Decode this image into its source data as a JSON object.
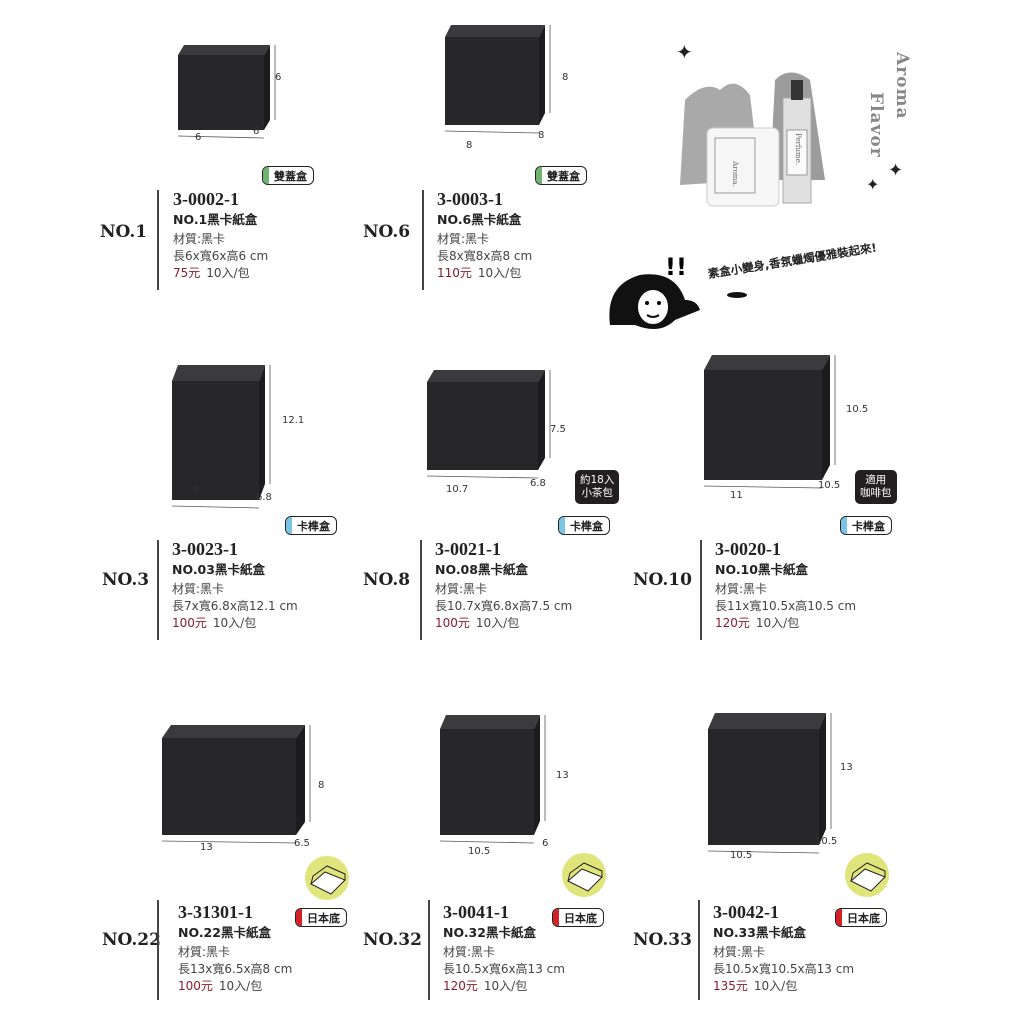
{
  "colors": {
    "price": "#8a1c2a",
    "double_lid": "#6fb56f",
    "tuck": "#7cc3e8",
    "japan": "#d42027",
    "circle": "#dfe57a"
  },
  "promo": {
    "aroma": "Aroma",
    "flavor": "Flavor",
    "slogan": "素盒小變身,香氛蠟燭優雅裝起來!",
    "candle_label": "Aroma.",
    "perfume_label": "Perfume."
  },
  "products": [
    {
      "no": "NO.1",
      "code": "3-0002-1",
      "name": "NO.1黑卡紙盒",
      "material": "材質:黑卡",
      "size": "長6x寬6x高6 cm",
      "price": "75元",
      "pack": "10入/包",
      "badge": "雙蓋盒",
      "badge_type": "double_lid",
      "dims": [
        "6",
        "6",
        "6"
      ]
    },
    {
      "no": "NO.6",
      "code": "3-0003-1",
      "name": "NO.6黑卡紙盒",
      "material": "材質:黑卡",
      "size": "長8x寬8x高8 cm",
      "price": "110元",
      "pack": "10入/包",
      "badge": "雙蓋盒",
      "badge_type": "double_lid",
      "dims": [
        "8",
        "8",
        "8"
      ]
    },
    {
      "no": "NO.3",
      "code": "3-0023-1",
      "name": "NO.03黑卡紙盒",
      "material": "材質:黑卡",
      "size": "長7x寬6.8x高12.1 cm",
      "price": "100元",
      "pack": "10入/包",
      "badge": "卡榫盒",
      "badge_type": "tuck",
      "dims": [
        "12.1",
        "7",
        "6.8"
      ]
    },
    {
      "no": "NO.8",
      "code": "3-0021-1",
      "name": "NO.08黑卡紙盒",
      "material": "材質:黑卡",
      "size": "長10.7x寬6.8x高7.5 cm",
      "price": "100元",
      "pack": "10入/包",
      "badge": "卡榫盒",
      "badge_type": "tuck",
      "dims": [
        "7.5",
        "10.7",
        "6.8"
      ],
      "tag": [
        "約18入",
        "小茶包"
      ]
    },
    {
      "no": "NO.10",
      "code": "3-0020-1",
      "name": "NO.10黑卡紙盒",
      "material": "材質:黑卡",
      "size": "長11x寬10.5x高10.5 cm",
      "price": "120元",
      "pack": "10入/包",
      "badge": "卡榫盒",
      "badge_type": "tuck",
      "dims": [
        "10.5",
        "11",
        "10.5"
      ],
      "tag": [
        "適用",
        "咖啡包"
      ]
    },
    {
      "no": "NO.22",
      "code": "3-31301-1",
      "name": "NO.22黑卡紙盒",
      "material": "材質:黑卡",
      "size": "長13x寬6.5x高8 cm",
      "price": "100元",
      "pack": "10入/包",
      "badge": "日本底",
      "badge_type": "japan",
      "dims": [
        "8",
        "13",
        "6.5"
      ],
      "bottom_icon": "box-bottom-icon"
    },
    {
      "no": "NO.32",
      "code": "3-0041-1",
      "name": "NO.32黑卡紙盒",
      "material": "材質:黑卡",
      "size": "長10.5x寬6x高13 cm",
      "price": "120元",
      "pack": "10入/包",
      "badge": "日本底",
      "badge_type": "japan",
      "dims": [
        "13",
        "10.5",
        "6"
      ],
      "bottom_icon": "box-bottom-icon"
    },
    {
      "no": "NO.33",
      "code": "3-0042-1",
      "name": "NO.33黑卡紙盒",
      "material": "材質:黑卡",
      "size": "長10.5x寬10.5x高13 cm",
      "price": "135元",
      "pack": "10入/包",
      "badge": "日本底",
      "badge_type": "japan",
      "dims": [
        "13",
        "10.5",
        "10.5"
      ],
      "bottom_icon": "box-bottom-icon"
    }
  ]
}
